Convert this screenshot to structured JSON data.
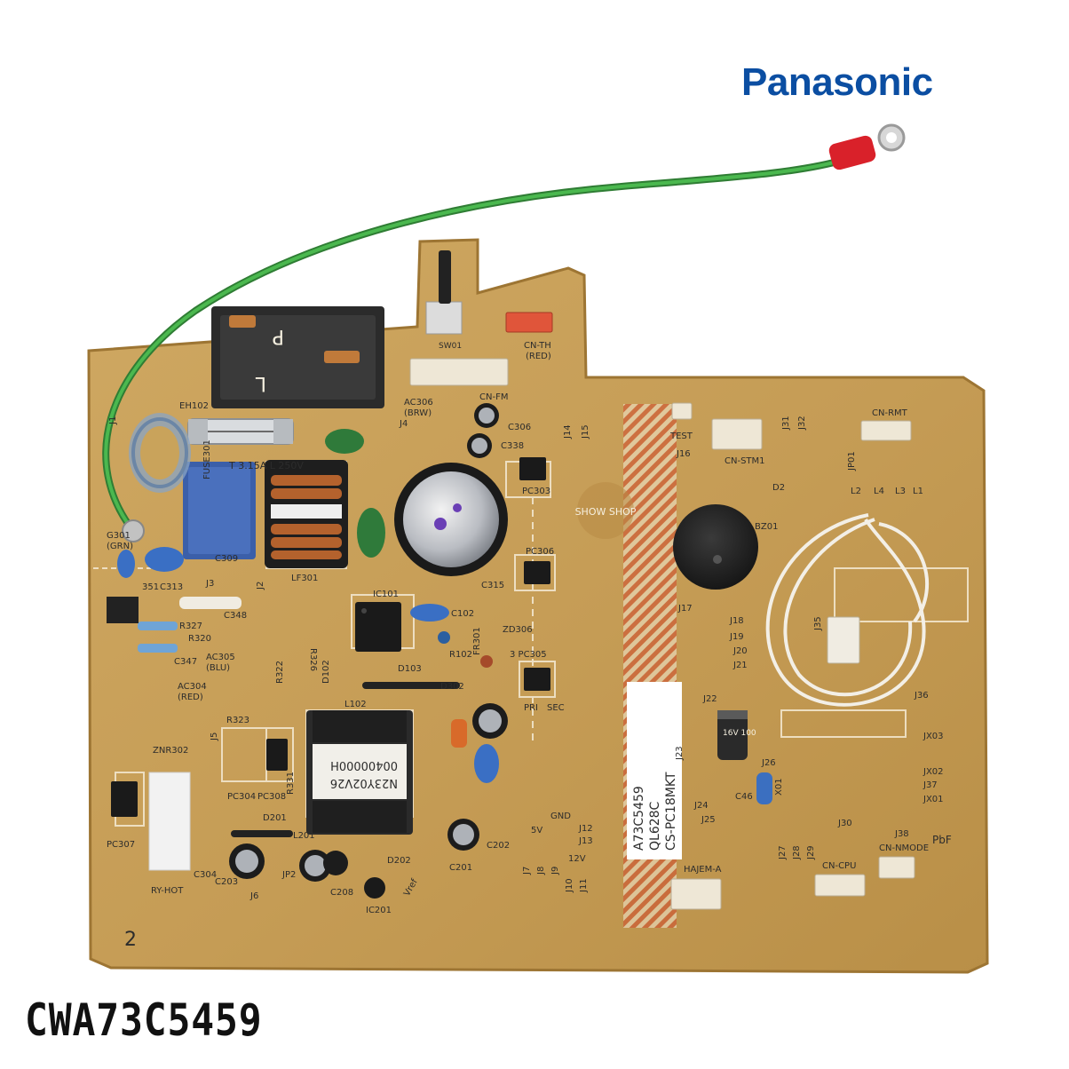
{
  "brand": "Panasonic",
  "part_number": "CWA73C5459",
  "watermark": "SHOW SHOP",
  "board": {
    "silkscreen": {
      "fuse_rating": "T 3.15A L 250V",
      "fuse_label": "FUSE301",
      "vertical_text_1": "A73C5459",
      "vertical_text_2": "QL628C",
      "vertical_text_3": "CS-PC18MKT",
      "transformer_line_1": "N23Y02V26",
      "transformer_line_2": "00400000H",
      "capacitor_rating": "16V 100",
      "pbf": "PbF",
      "corner_number": "2",
      "connectors": {
        "cn_th": "CN-TH",
        "cn_th_sub": "(RED)",
        "cn_fm": "CN-FM",
        "cn_stm1": "CN-STM1",
        "cn_rmt": "CN-RMT",
        "cn_cpu": "CN-CPU",
        "cn_nmode": "CN-NMODE",
        "hajem_a": "HAJEM-A",
        "ry_hot": "RY-HOT",
        "test": "TEST",
        "sw01": "SW01"
      },
      "labels": [
        {
          "id": "c309",
          "text": "C309"
        },
        {
          "id": "c313",
          "text": "C313"
        },
        {
          "id": "lf301",
          "text": "LF301"
        },
        {
          "id": "ic101",
          "text": "IC101"
        },
        {
          "id": "c102",
          "text": "C102"
        },
        {
          "id": "r102",
          "text": "R102"
        },
        {
          "id": "zd306",
          "text": "ZD306"
        },
        {
          "id": "pc305",
          "text": "3 PC305"
        },
        {
          "id": "pc303",
          "text": "PC303"
        },
        {
          "id": "pc306",
          "text": "PC306"
        },
        {
          "id": "c306",
          "text": "C306"
        },
        {
          "id": "c338",
          "text": "C338"
        },
        {
          "id": "c315",
          "text": "C315"
        },
        {
          "id": "bz01",
          "text": "BZ01"
        },
        {
          "id": "ac306",
          "text": "AC306"
        },
        {
          "id": "ac306b",
          "text": "(BRW)"
        },
        {
          "id": "ac305",
          "text": "AC305"
        },
        {
          "id": "ac305b",
          "text": "(BLU)"
        },
        {
          "id": "ac304",
          "text": "AC304"
        },
        {
          "id": "ac304b",
          "text": "(RED)"
        },
        {
          "id": "g301",
          "text": "G301"
        },
        {
          "id": "g301b",
          "text": "(GRN)"
        },
        {
          "id": "r327",
          "text": "R327"
        },
        {
          "id": "r320",
          "text": "R320"
        },
        {
          "id": "c347",
          "text": "C347"
        },
        {
          "id": "r326",
          "text": "R326"
        },
        {
          "id": "r322",
          "text": "R322"
        },
        {
          "id": "r323",
          "text": "R323"
        },
        {
          "id": "znr302",
          "text": "ZNR302"
        },
        {
          "id": "pc304",
          "text": "PC304"
        },
        {
          "id": "pc308",
          "text": "PC308"
        },
        {
          "id": "pc307",
          "text": "PC307"
        },
        {
          "id": "r331",
          "text": "R331"
        },
        {
          "id": "l102",
          "text": "L102"
        },
        {
          "id": "d302",
          "text": "D302"
        },
        {
          "id": "d102",
          "text": "D102"
        },
        {
          "id": "d201",
          "text": "D201"
        },
        {
          "id": "l201",
          "text": "L201"
        },
        {
          "id": "d202",
          "text": "D202"
        },
        {
          "id": "c201",
          "text": "C201"
        },
        {
          "id": "c202",
          "text": "C202"
        },
        {
          "id": "c203",
          "text": "C203"
        },
        {
          "id": "c204",
          "text": "C304"
        },
        {
          "id": "c208",
          "text": "C208"
        },
        {
          "id": "ic201",
          "text": "IC201"
        },
        {
          "id": "vref",
          "text": "Vref"
        },
        {
          "id": "jp2",
          "text": "JP2"
        },
        {
          "id": "j6",
          "text": "J6"
        },
        {
          "id": "j1",
          "text": "J1"
        },
        {
          "id": "j2",
          "text": "J2"
        },
        {
          "id": "j3",
          "text": "J3"
        },
        {
          "id": "j4",
          "text": "J4"
        },
        {
          "id": "j5",
          "text": "J5"
        },
        {
          "id": "j7",
          "text": "J7"
        },
        {
          "id": "j8",
          "text": "J8"
        },
        {
          "id": "j9",
          "text": "J9"
        },
        {
          "id": "j10",
          "text": "J10"
        },
        {
          "id": "j11",
          "text": "J11"
        },
        {
          "id": "j12",
          "text": "J12"
        },
        {
          "id": "j13",
          "text": "J13"
        },
        {
          "id": "j14",
          "text": "J14"
        },
        {
          "id": "j15",
          "text": "J15"
        },
        {
          "id": "j16",
          "text": "J16"
        },
        {
          "id": "j17",
          "text": "J17"
        },
        {
          "id": "j18",
          "text": "J18"
        },
        {
          "id": "j19",
          "text": "J19"
        },
        {
          "id": "j20",
          "text": "J20"
        },
        {
          "id": "j21",
          "text": "J21"
        },
        {
          "id": "j22",
          "text": "J22"
        },
        {
          "id": "j23",
          "text": "J23"
        },
        {
          "id": "j24",
          "text": "J24"
        },
        {
          "id": "j25",
          "text": "J25"
        },
        {
          "id": "j26",
          "text": "J26"
        },
        {
          "id": "j27",
          "text": "J27"
        },
        {
          "id": "j28",
          "text": "J28"
        },
        {
          "id": "j29",
          "text": "J29"
        },
        {
          "id": "j30",
          "text": "J30"
        },
        {
          "id": "j31",
          "text": "J31"
        },
        {
          "id": "j32",
          "text": "J32"
        },
        {
          "id": "j35",
          "text": "J35"
        },
        {
          "id": "j36",
          "text": "J36"
        },
        {
          "id": "j37",
          "text": "J37"
        },
        {
          "id": "j38",
          "text": "J38"
        },
        {
          "id": "jx01",
          "text": "JX01"
        },
        {
          "id": "jx02",
          "text": "JX02"
        },
        {
          "id": "jx03",
          "text": "JX03"
        },
        {
          "id": "jp01",
          "text": "JP01"
        },
        {
          "id": "x01",
          "text": "X01"
        },
        {
          "id": "c46",
          "text": "C46"
        },
        {
          "id": "d2",
          "text": "D2"
        },
        {
          "id": "v5",
          "text": "5V"
        },
        {
          "id": "v12",
          "text": "12V"
        },
        {
          "id": "gnd",
          "text": "GND"
        },
        {
          "id": "fr301",
          "text": "FR301"
        },
        {
          "id": "d103",
          "text": "D103"
        },
        {
          "id": "pri_sec_1",
          "text": "PRI"
        },
        {
          "id": "pri_sec_2",
          "text": "SEC"
        },
        {
          "id": "c348",
          "text": "C348"
        },
        {
          "id": "c351",
          "text": "351"
        },
        {
          "id": "eh102",
          "text": "EH102"
        },
        {
          "id": "l1",
          "text": "L1"
        },
        {
          "id": "l2",
          "text": "L2"
        },
        {
          "id": "l3",
          "text": "L3"
        },
        {
          "id": "l4",
          "text": "L4"
        }
      ]
    }
  },
  "colors": {
    "pcb": "#c9a35b",
    "pcb_shade": "#b48a45",
    "wire_green": "#3a9a3c",
    "wire_white": "#f3efe6",
    "brand_blue": "#0b4ea2",
    "connector_white": "#eee7d6",
    "connector_red": "#e0553a"
  }
}
